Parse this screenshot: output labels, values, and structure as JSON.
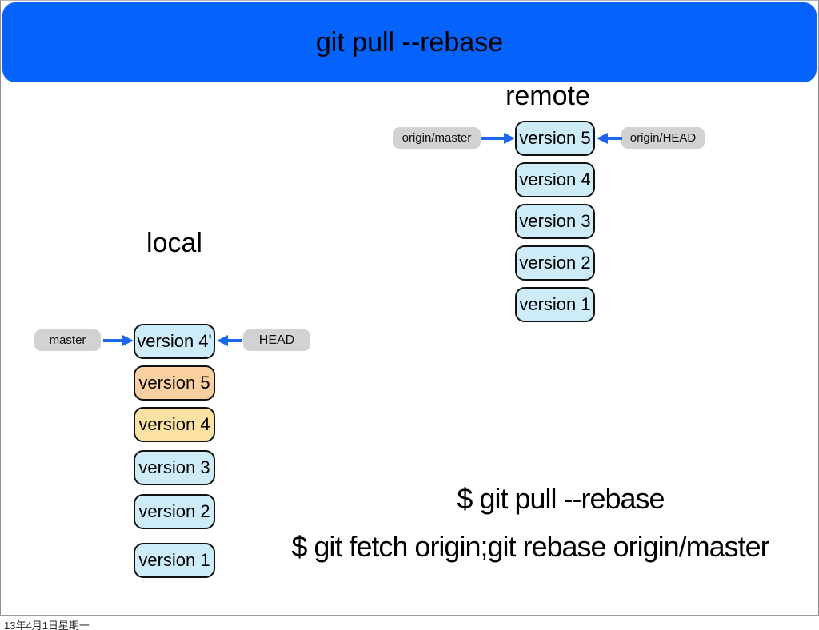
{
  "slide": {
    "title": "git pull --rebase"
  },
  "remote": {
    "heading": "remote",
    "commits": [
      "version 5",
      "version 4",
      "version 3",
      "version 2",
      "version 1"
    ],
    "master_label": "origin/master",
    "head_label": "origin/HEAD"
  },
  "local": {
    "heading": "local",
    "commits": [
      {
        "label": "version 4'",
        "color": "#cdecf8"
      },
      {
        "label": "version 5",
        "color": "#fbd0a1"
      },
      {
        "label": "version 4",
        "color": "#fce2a2"
      },
      {
        "label": "version 3",
        "color": "#cdecf8"
      },
      {
        "label": "version 2",
        "color": "#cdecf8"
      },
      {
        "label": "version 1",
        "color": "#cdecf8"
      }
    ],
    "master_label": "master",
    "head_label": "HEAD"
  },
  "commands": {
    "line1": "$ git pull --rebase",
    "line2": "$ git fetch origin;git rebase origin/master"
  },
  "footer": {
    "date": "13年4月1日星期一"
  },
  "colors": {
    "header_blue": "#0562fb",
    "arrow_blue": "#1c67f2",
    "commit_blue": "#cdecf8",
    "label_gray": "#d2d2d2"
  }
}
